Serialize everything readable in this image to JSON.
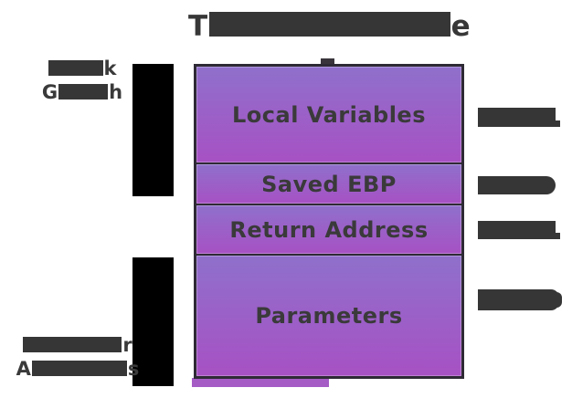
{
  "title": {
    "prefix": "T",
    "suffix": "e",
    "redacted_middle": true
  },
  "labels": {
    "stack_growth": {
      "line1": {
        "suffix": "k"
      },
      "line2": {
        "prefix": "G",
        "suffix": "h"
      }
    },
    "higher_addresses": {
      "line1": {
        "suffix": "r"
      },
      "line2": {
        "prefix": "A",
        "suffix": "s"
      }
    }
  },
  "stack": {
    "rows": [
      {
        "label": "Local Variables"
      },
      {
        "label": "Saved EBP"
      },
      {
        "label": "Return Address"
      },
      {
        "label": "Parameters"
      }
    ]
  },
  "right_labels": [
    {
      "redacted": true
    },
    {
      "redacted": true
    },
    {
      "redacted": true
    },
    {
      "redacted": true
    }
  ],
  "colors": {
    "row_gradient_top": "#8f70cb",
    "row_gradient_bottom": "#a751c4",
    "box_border": "#2e2a35",
    "text": "#373737",
    "redaction": "#363636",
    "arrow_bar": "#000000",
    "background": "#ffffff",
    "sliver": "#a55cc5"
  }
}
